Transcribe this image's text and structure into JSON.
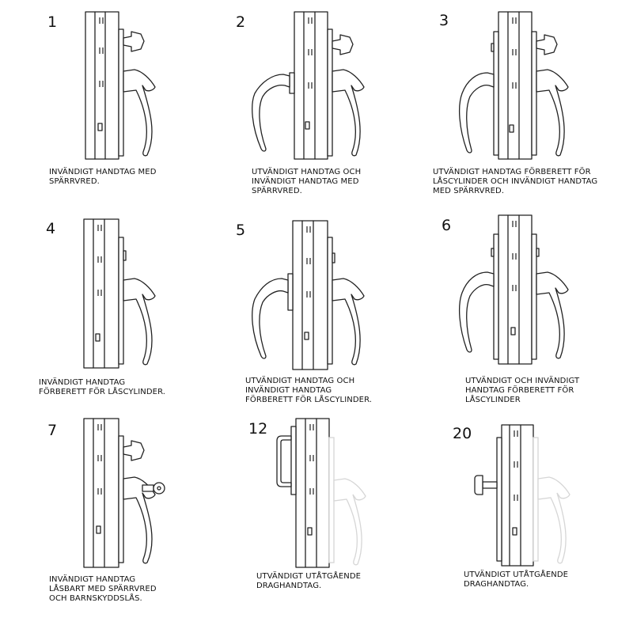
{
  "items": [
    {
      "number": "1",
      "caption": [
        "INVÄNDIGT HANDTAG MED",
        "SPÄRRVRED."
      ]
    },
    {
      "number": "2",
      "caption": [
        "UTVÄNDIGT HANDTAG OCH",
        "INVÄNDIGT HANDTAG MED",
        "SPÄRRVRED."
      ]
    },
    {
      "number": "3",
      "caption": [
        "UTVÄNDIGT HANDTAG FÖRBERETT FÖR",
        "LÅSCYLINDER OCH INVÄNDIGT HANDTAG",
        "MED SPÄRRVRED."
      ]
    },
    {
      "number": "4",
      "caption": [
        "INVÄNDIGT HANDTAG",
        "FÖRBERETT FÖR LÅSCYLINDER."
      ]
    },
    {
      "number": "5",
      "caption": [
        "UTVÄNDIGT HANDTAG OCH",
        "INVÄNDIGT HANDTAG",
        "FÖRBERETT FÖR LÅSCYLINDER."
      ]
    },
    {
      "number": "6",
      "caption": [
        "UTVÄNDIGT OCH INVÄNDIGT",
        "HANDTAG FÖRBERETT FÖR",
        "LÅSCYLINDER"
      ]
    },
    {
      "number": "7",
      "caption": [
        "INVÄNDIGT HANDTAG",
        "LÅSBART MED SPÄRRVRED",
        "OCH BARNSKYDDSLÅS."
      ]
    },
    {
      "number": "12",
      "caption": [
        "UTVÄNDIGT UTÅTGÅENDE",
        "DRAGHANDTAG."
      ]
    },
    {
      "number": "20",
      "caption": [
        "UTVÄNDIGT UTÅTGÅENDE",
        "DRAGHANDTAG."
      ]
    }
  ]
}
